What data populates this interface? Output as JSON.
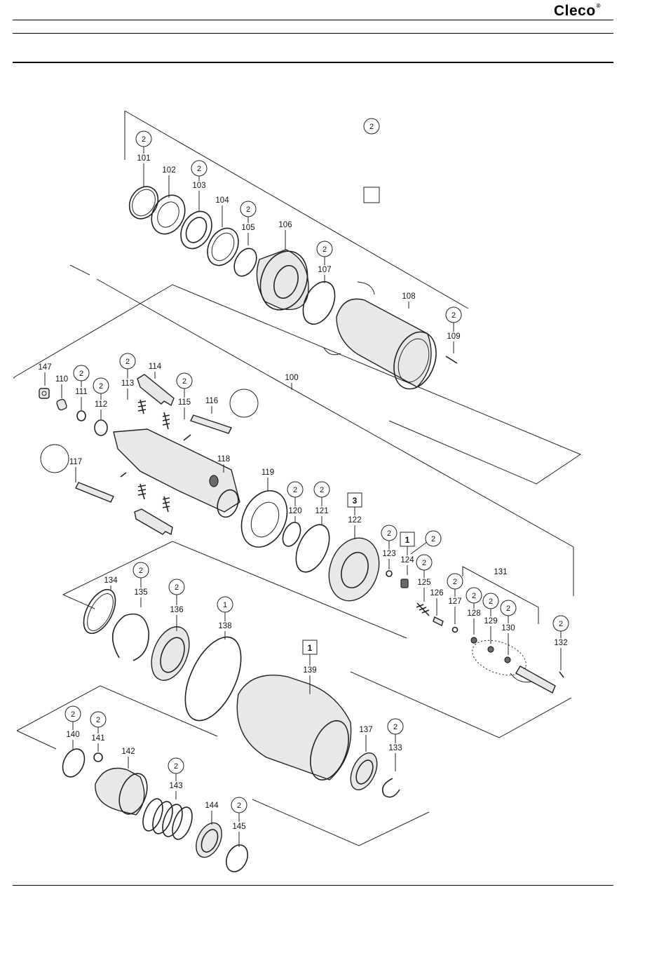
{
  "header": {
    "brand": "Cleco"
  },
  "legend": {
    "circle_marker": "2"
  },
  "parts": [
    {
      "id": "p101",
      "label": "101",
      "marker": "circle",
      "marker_text": "2"
    },
    {
      "id": "p102",
      "label": "102"
    },
    {
      "id": "p103",
      "label": "103",
      "marker": "circle",
      "marker_text": "2"
    },
    {
      "id": "p104",
      "label": "104"
    },
    {
      "id": "p105",
      "label": "105",
      "marker": "circle",
      "marker_text": "2"
    },
    {
      "id": "p106",
      "label": "106"
    },
    {
      "id": "p107",
      "label": "107",
      "marker": "circle",
      "marker_text": "2"
    },
    {
      "id": "p108",
      "label": "108"
    },
    {
      "id": "p109",
      "label": "109",
      "marker": "circle",
      "marker_text": "2"
    },
    {
      "id": "p100",
      "label": "100"
    },
    {
      "id": "p147",
      "label": "147"
    },
    {
      "id": "p110",
      "label": "110"
    },
    {
      "id": "p111",
      "label": "111",
      "marker": "circle",
      "marker_text": "2"
    },
    {
      "id": "p112",
      "label": "112",
      "marker": "circle",
      "marker_text": "2"
    },
    {
      "id": "p113",
      "label": "113",
      "marker": "circle",
      "marker_text": "2"
    },
    {
      "id": "p114",
      "label": "114"
    },
    {
      "id": "p115",
      "label": "115",
      "marker": "circle",
      "marker_text": "2"
    },
    {
      "id": "p116",
      "label": "116"
    },
    {
      "id": "p117",
      "label": "117"
    },
    {
      "id": "p118",
      "label": "118"
    },
    {
      "id": "p119",
      "label": "119"
    },
    {
      "id": "p120",
      "label": "120",
      "marker": "circle",
      "marker_text": "2"
    },
    {
      "id": "p121",
      "label": "121",
      "marker": "circle",
      "marker_text": "2"
    },
    {
      "id": "p122",
      "label": "122",
      "marker": "square",
      "marker_text": "3"
    },
    {
      "id": "p123",
      "label": "123",
      "marker": "circle",
      "marker_text": "2"
    },
    {
      "id": "p124",
      "label": "124",
      "marker": "square",
      "marker_text": "1"
    },
    {
      "id": "p124b",
      "label": "",
      "marker": "circle",
      "marker_text": "2"
    },
    {
      "id": "p125",
      "label": "125",
      "marker": "circle",
      "marker_text": "2"
    },
    {
      "id": "p126",
      "label": "126"
    },
    {
      "id": "p127",
      "label": "127",
      "marker": "circle",
      "marker_text": "2"
    },
    {
      "id": "p131",
      "label": "131"
    },
    {
      "id": "p128",
      "label": "128",
      "marker": "circle",
      "marker_text": "2"
    },
    {
      "id": "p129",
      "label": "129",
      "marker": "circle",
      "marker_text": "2"
    },
    {
      "id": "p130",
      "label": "130",
      "marker": "circle",
      "marker_text": "2"
    },
    {
      "id": "p132",
      "label": "132",
      "marker": "circle",
      "marker_text": "2"
    },
    {
      "id": "p134",
      "label": "134"
    },
    {
      "id": "p135",
      "label": "135",
      "marker": "circle",
      "marker_text": "2"
    },
    {
      "id": "p136",
      "label": "136",
      "marker": "circle",
      "marker_text": "2"
    },
    {
      "id": "p138",
      "label": "138",
      "marker": "circle",
      "marker_text": "1"
    },
    {
      "id": "p139",
      "label": "139",
      "marker": "square",
      "marker_text": "1"
    },
    {
      "id": "p137",
      "label": "137"
    },
    {
      "id": "p133",
      "label": "133",
      "marker": "circle",
      "marker_text": "2"
    },
    {
      "id": "p140",
      "label": "140",
      "marker": "circle",
      "marker_text": "2"
    },
    {
      "id": "p141",
      "label": "141",
      "marker": "circle",
      "marker_text": "2"
    },
    {
      "id": "p142",
      "label": "142"
    },
    {
      "id": "p143",
      "label": "143",
      "marker": "circle",
      "marker_text": "2"
    },
    {
      "id": "p144",
      "label": "144"
    },
    {
      "id": "p145",
      "label": "145",
      "marker": "circle",
      "marker_text": "2"
    }
  ]
}
